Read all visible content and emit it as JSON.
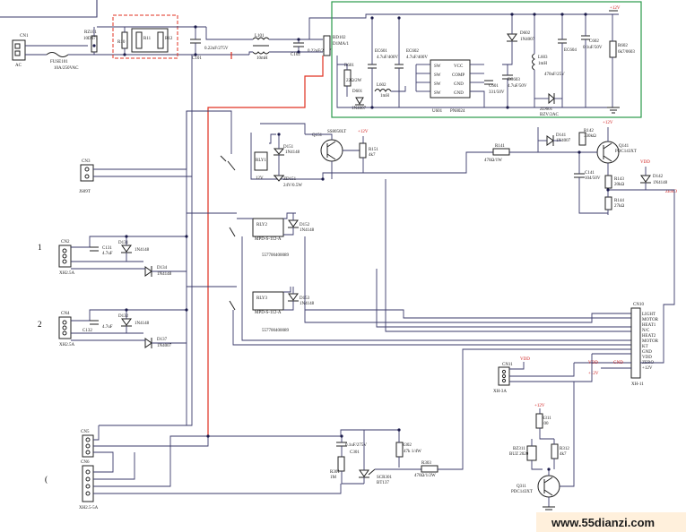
{
  "diagram": {
    "labels": {
      "cn1": "CN1",
      "ac": "AC",
      "fuse": "FUSE101",
      "fuse_rating": "10A/250VAC",
      "rz101": "RZ101",
      "rz101_val": "10D471",
      "r1": "R10",
      "r2": "R11",
      "r3": "R12",
      "c101": "C101",
      "c101_val": "0.22uF/275V",
      "l101": "L101",
      "l101_val": "10mH",
      "c102": "C102",
      "c102_val": "0.22uF/275V",
      "bd102": "BD102",
      "bd102_val": "D1MA/1",
      "u601": "U601",
      "u601_part": "PN8024",
      "u601_pins": [
        "SW",
        "SW",
        "SW",
        "SW",
        "VCC",
        "COMP",
        "GND",
        "GND"
      ],
      "r601": "R601",
      "r601_val": "22Ω/2W",
      "d601": "D601",
      "d601_val": "1N4007",
      "l602": "L602",
      "l602_val": "1mH",
      "ec601": "EC601",
      "ec601_val": "4.7uF/400V",
      "ec602": "EC602",
      "ec602_val": "4.7uF/400V",
      "c601": "C601",
      "c601_val": "331/50V",
      "d602": "D602",
      "d602_val": "1N4007",
      "ec603": "EC603",
      "ec603_val": "4.7uF/50V",
      "l603": "L603",
      "l603_val": "1mH",
      "c602": "C602",
      "c602_val": "0.1uF/50V",
      "ec604": "EC604",
      "ec604_val": "470uF/25V",
      "r602": "R602",
      "r602_val": "6k7/0603",
      "zd601": "ZD601",
      "zd601_val": "BZV/2AC",
      "v12_top": "+12V",
      "v12_rel1": "+12V",
      "v12_q141": "+12V",
      "vdd_right": "VDD",
      "v12_bot": "+12V",
      "vdd_conn": "VDD",
      "gnd_conn": "GND",
      "v12_conn": "+12V",
      "q151": "Q151",
      "q151_part": "SS8050LT",
      "d151": "D151",
      "d151_val": "1N4148",
      "zd151": "ZD151",
      "zd151_val": "24V/0.5W",
      "r151": "R151",
      "r151_val": "4k7",
      "rly1": "RLY1",
      "rly1_val": "12V",
      "cn3": "CN3",
      "cn3_part": "JS09T",
      "r141": "R141",
      "r141_val": "470Ω/1W",
      "d141": "D141",
      "d141_val": "1N4007",
      "r142": "R142",
      "r142_val": "330kΩ",
      "q141": "Q141",
      "q141_part": "PDC143XT",
      "c141": "C141",
      "c141_val": "104/50V",
      "r143": "R143",
      "r143_val": "20kΩ",
      "r144": "R144",
      "r144_val": "27kΩ",
      "d142": "D142",
      "d142_val": "1N4148",
      "zero": "ZERO",
      "rly2": "RLY2",
      "rly2_part": "MPD-S-112-A",
      "rly2_code": "557700400089",
      "d152": "D152",
      "d152_val": "1N4148",
      "rly3": "RLY3",
      "rly3_part": "MPD-S-112-A",
      "rly3_code": "557700400089",
      "d153": "D153",
      "d153_val": "1N4148",
      "num1": "1",
      "num2": "2",
      "cn2": "CN2",
      "cn2_part": "XH2.5A",
      "c131": "C131",
      "c131_val": "4.7uF",
      "d131": "D131",
      "d131_val": "1N4148",
      "d134": "D134",
      "d134_val": "1N4148",
      "cn4": "CN4",
      "cn4_part": "XH2.5A",
      "c132": "C132",
      "c132_val": "4.7uF",
      "d132": "D132",
      "d132_val": "1N4148",
      "d137": "D137",
      "d137_val": "1N4007",
      "cn10": "CN10",
      "cn10_part": "XH-11",
      "cn10_pins": [
        "LIGHT",
        "MOTOR",
        "HEAT1",
        "N/C",
        "HEAT2",
        "MOTOR",
        "KT",
        "GND",
        "VDD",
        "ZERO",
        "+12V"
      ],
      "cn11": "CN11",
      "cn11_part": "XH-3A",
      "cn5": "CN5",
      "cn6": "CN6",
      "cn_bottom_part": "XH2.5-5A",
      "c301": "C301",
      "c301_val": "0.1uF/275V",
      "r301": "R301",
      "r301_val": "1M",
      "r302": "R302",
      "r302_val": "47k 1/4W",
      "r303": "R303",
      "r303_val": "470Ω/1/2W",
      "scr301": "SCR301",
      "scr301_part": "BT137",
      "r311": "R311",
      "r311_val": "100",
      "bz311": "BZ311",
      "bz311_part": "BUZ 2020",
      "r312": "R312",
      "r312_val": "4k7",
      "q311": "Q311",
      "q311_part": "PDC143XT",
      "paren": "(",
      "watermark": "www.55dianzi.com"
    },
    "colors": {
      "wire": "#3a3a6a",
      "mains_wire": "#e03020",
      "fuse_box": "#e03020",
      "power_box": "#2a9a4a",
      "power_label": "#d02020",
      "watermark_text": "#e04020",
      "watermark_bg": "#fff0dc"
    }
  }
}
